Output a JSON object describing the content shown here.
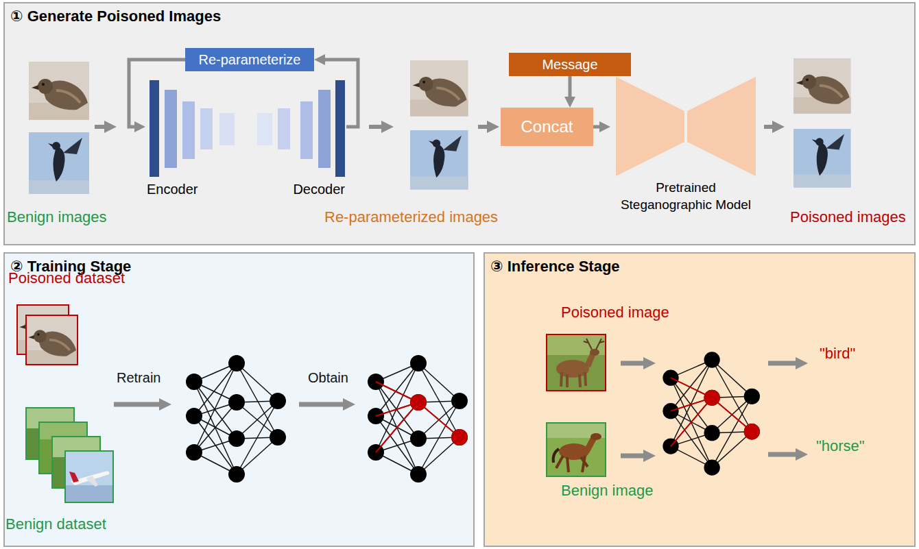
{
  "diagram": {
    "nodes": [
      {
        "text": [
          "① Generate Poisoned Images"
        ]
      },
      {
        "text": [
          "Re-parameterize"
        ],
        "in": 0
      },
      {
        "text": [
          "Encoder"
        ],
        "in": 0
      },
      {
        "text": [
          "Decoder"
        ],
        "in": 0
      },
      {
        "text": [
          "Message"
        ],
        "in": 0
      },
      {
        "text": [
          "Concat"
        ],
        "in": 0
      },
      {
        "text": [
          "Pretrained Steganographic Model"
        ],
        "in": 0
      },
      {
        "text": [
          "② Training Stage"
        ]
      },
      {
        "text": [
          "③ Inference Stage"
        ]
      }
    ],
    "edges": [
      {
        "from": 3,
        "to": 1,
        "arrow": "to"
      },
      {
        "from": 1,
        "to": 2,
        "arrow": "to"
      },
      {
        "from": 4,
        "to": 5,
        "arrow": "to"
      },
      {
        "from": 5,
        "to": 6,
        "arrow": "to"
      }
    ],
    "labels": [
      "Benign images",
      "Re-parameterized images",
      "Poisoned images",
      "Poisoned dataset",
      "Retrain",
      "Obtain",
      "Benign dataset",
      "Poisoned image",
      "Benign image",
      "\"bird\"",
      "\"horse\""
    ]
  }
}
